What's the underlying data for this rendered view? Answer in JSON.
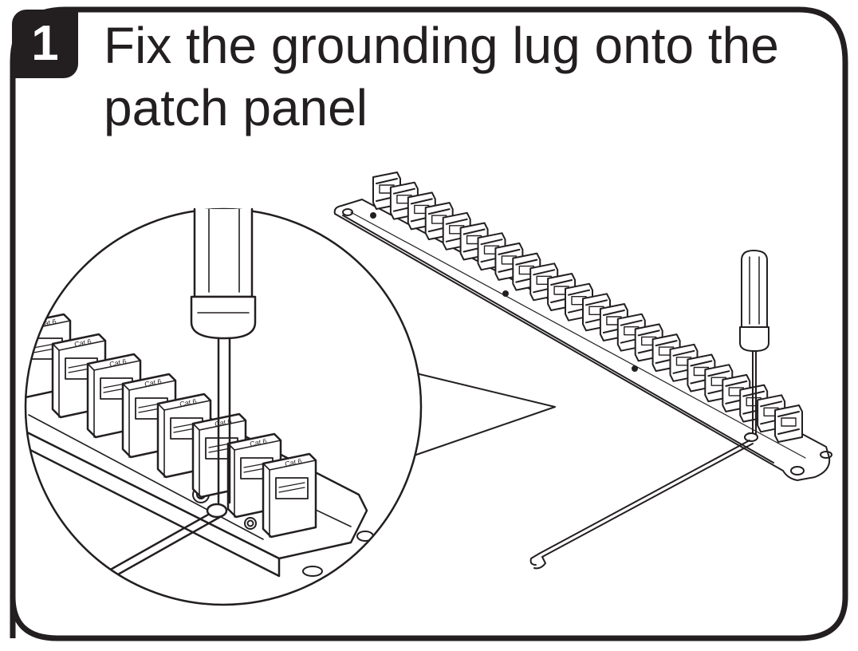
{
  "step": {
    "number": "1"
  },
  "title": {
    "line1": "Fix the grounding lug onto the",
    "line2": "patch panel"
  },
  "port_label": "Cat 6",
  "colors": {
    "ink": "#231f20",
    "background": "#ffffff"
  }
}
